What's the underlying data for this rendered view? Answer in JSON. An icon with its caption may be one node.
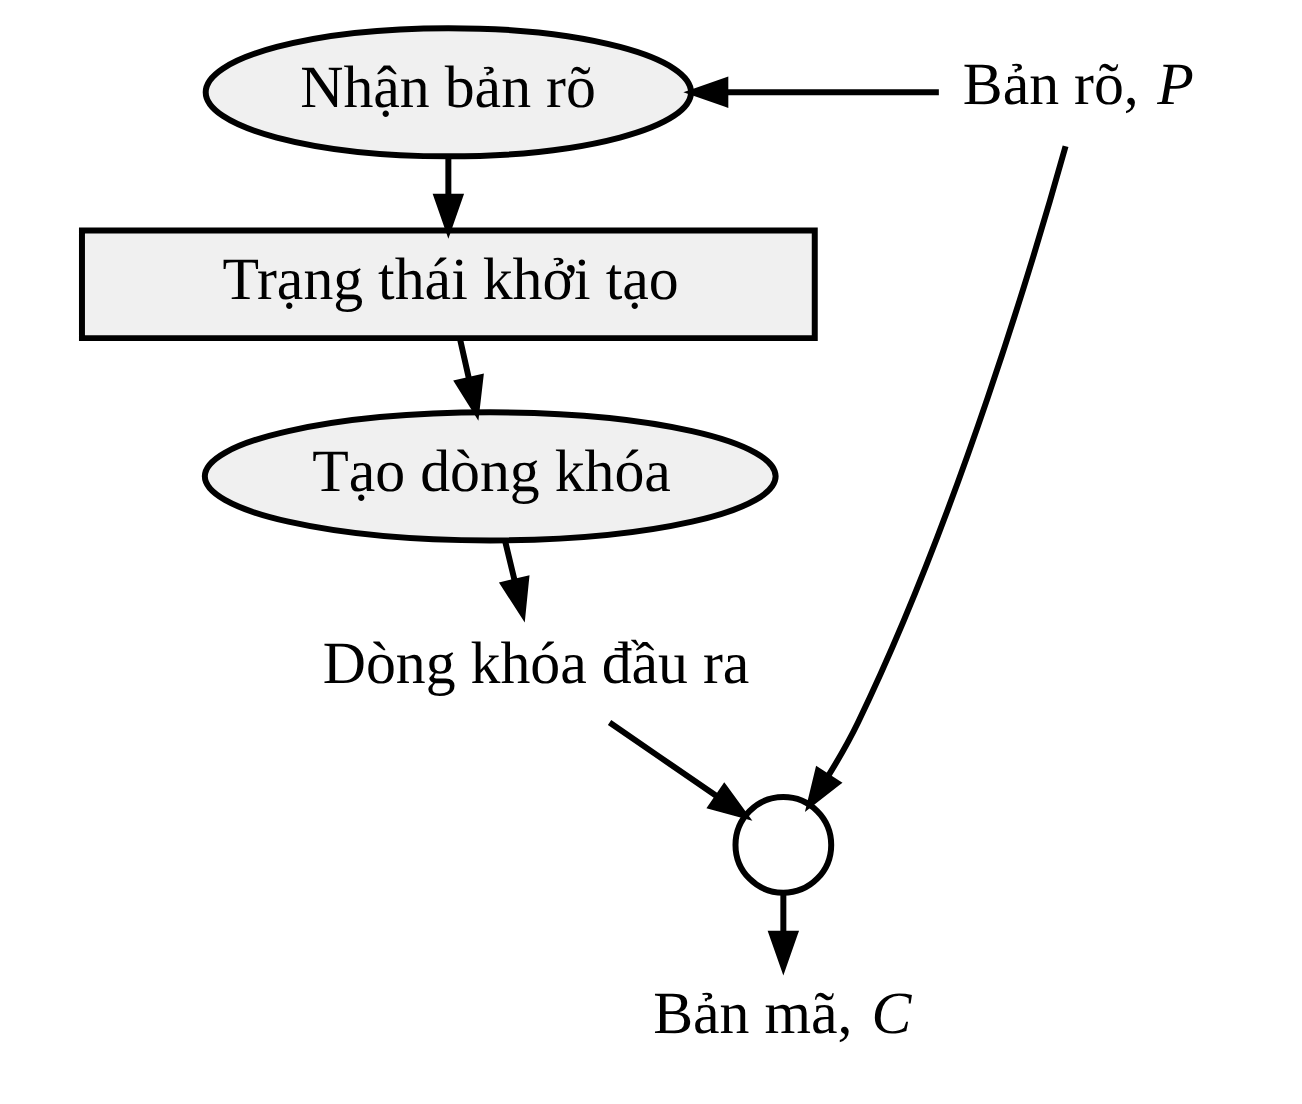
{
  "diagram": {
    "nodes": [
      {
        "text": [
          "Nhận bản rõ"
        ]
      },
      {
        "text": [
          "Bản rõ, *P*"
        ]
      },
      {
        "text": [
          "Trạng thái khởi tạo"
        ]
      },
      {
        "text": [
          "Tạo dòng khóa"
        ]
      },
      {
        "text": [
          "Dòng khóa đầu ra"
        ]
      },
      {
        "text": [],
        "shape": "circle"
      },
      {
        "text": [
          "Bản mã, *C*"
        ]
      }
    ],
    "edges": [
      {
        "from": 1,
        "to": 0,
        "arrow": "to"
      },
      {
        "from": 0,
        "to": 2,
        "arrow": "to"
      },
      {
        "from": 2,
        "to": 3,
        "arrow": "to"
      },
      {
        "from": 3,
        "to": 4,
        "arrow": "to"
      },
      {
        "from": 4,
        "to": 5,
        "arrow": "to"
      },
      {
        "from": 1,
        "to": 5,
        "arrow": "to"
      },
      {
        "from": 5,
        "to": 6,
        "arrow": "to"
      }
    ]
  }
}
